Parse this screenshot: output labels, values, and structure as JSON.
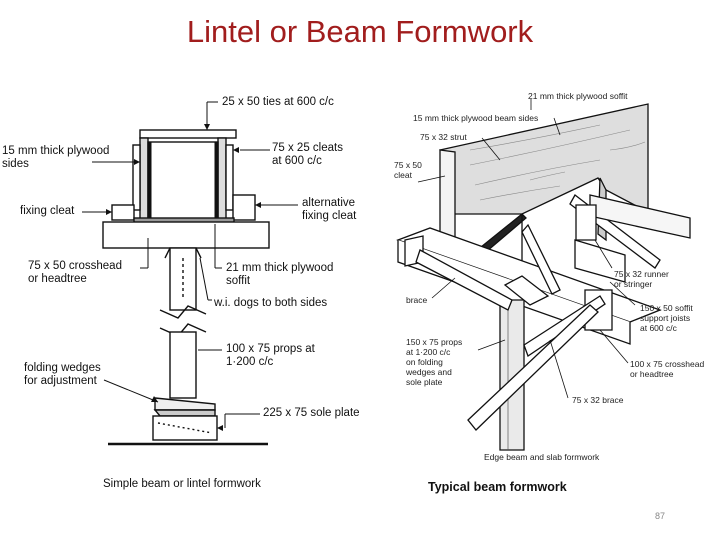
{
  "title": "Lintel or Beam Formwork",
  "left": {
    "caption": "Simple beam or lintel formwork",
    "labels": {
      "ties": "25 x 50 ties at 600 c/c",
      "plywood_sides_1": "15 mm thick plywood",
      "plywood_sides_2": "sides",
      "cleats_1": "75 x 25 cleats",
      "cleats_2": "at 600 c/c",
      "fixing_cleat": "fixing cleat",
      "alt_cleat_1": "alternative",
      "alt_cleat_2": "fixing cleat",
      "crosshead_1": "75 x 50 crosshead",
      "crosshead_2": "or headtree",
      "soffit_1": "21 mm thick plywood",
      "soffit_2": "soffit",
      "dogs": "w.i. dogs to both sides",
      "wedges_1": "folding wedges",
      "wedges_2": "for adjustment",
      "props_1": "100 x 75 props at",
      "props_2": "1·200 c/c",
      "sole_plate": "225 x 75 sole plate"
    }
  },
  "right": {
    "caption": "Typical beam formwork",
    "subcaption": "Edge beam and slab formwork",
    "labels": {
      "soffit": "21 mm thick plywood soffit",
      "beam_sides": "15 mm thick plywood beam sides",
      "strut": "75 x 32 strut",
      "cleat_1": "75 x 50",
      "cleat_2": "cleat",
      "runner_1": "75 x 32 runner",
      "runner_2": "or stringer",
      "brace_left": "brace",
      "joists_1": "150 x 50 soffit",
      "joists_2": "support joists",
      "joists_3": "at 600 c/c",
      "props_1": "150 x 75 props",
      "props_2": "at 1·200 c/c",
      "props_3": "on folding",
      "props_4": "wedges and",
      "props_5": "sole plate",
      "crosshead_1": "100 x 75 crosshead",
      "crosshead_2": "or headtree",
      "brace_bottom": "75 x 32 brace"
    }
  },
  "page_number": "87"
}
